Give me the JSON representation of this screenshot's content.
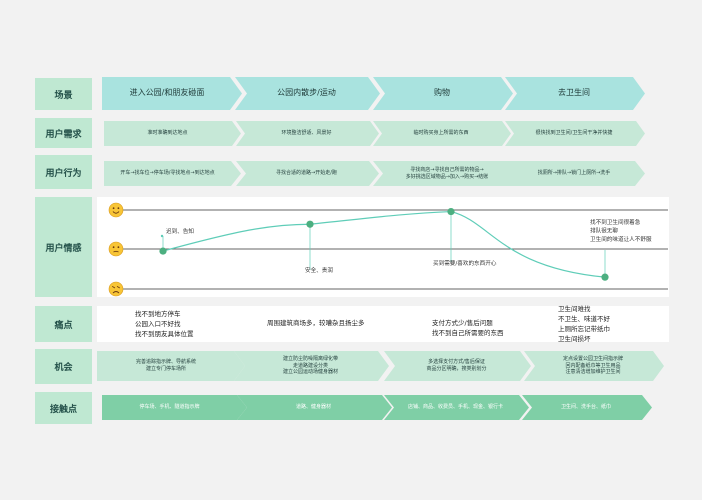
{
  "rows": {
    "scene": "场景",
    "needs": "用户需求",
    "behavior": "用户行为",
    "emotion": "用户情感",
    "pain": "痛点",
    "opportunity": "机会",
    "touchpoint": "接触点"
  },
  "stages": [
    "进入公园/和朋友碰面",
    "公园内散步/运动",
    "购物",
    "去卫生间"
  ],
  "needs": [
    "准时准确到达地点",
    "环境整洁舒适、风景好",
    "临时购买身上所需的东西",
    "很快找到卫生间/卫生间干净并快捷"
  ],
  "behaviors": [
    "开车→找车位→停车场/寻找地点→到达地点",
    "寻找合适的道路→开始走/跑",
    "寻找商店→寻找自己所需的物品→\n多好挑选区域物品→加入→购买→结账",
    "找厕所→排队→锁门上厕所→洗手"
  ],
  "emotion": {
    "notes": [
      "迟到、告知",
      "安全、贵润",
      "买到需要/喜欢的东西开心",
      "找不到卫生间很着急\n排队很无聊\n卫生间的味道让人不舒服"
    ],
    "levels": [
      0.48,
      0.82,
      0.98,
      0.15
    ]
  },
  "pains": [
    "找不到地方停车\n公园入口不好找\n找不到朋友具体位置",
    "周围建筑商场多，较嘈杂且扬尘多",
    "支付方式少/售后问题\n找不到自己所需要的东西",
    "卫生间难找\n不卫生、味道不好\n上厕所忘记带纸巾\n卫生间损坏"
  ],
  "opportunities": [
    "完善追踪指示牌、导航系统\n建立专门停车场所",
    "建立防尘防噪隔离绿化带\n走道路建设分类\n建立公园运动场健身器材",
    "多选择支付方式/售后保证\n商品分区明确，搜类别划分",
    "定点设置公园卫生间指示牌\n回内配备纸巾等卫生用品\n注意清洁增加维护卫生间"
  ],
  "touchpoints": [
    "停车场、手机、隧道指示牌",
    "道路、健身器材",
    "店铺、商品、收费员、手机、现金、银行卡",
    "卫生间、洗手台、纸巾"
  ],
  "faces": [
    "happy-face-icon",
    "neutral-face-icon",
    "sad-face-icon"
  ],
  "colors": {
    "background": "#f2f2f2",
    "label": "#bfe8d2",
    "stage": "#a9e3df",
    "row": "#c6e8d7",
    "touch": "#7fcfa6",
    "line": "#5fcdb8",
    "dot": "#4caf80"
  }
}
